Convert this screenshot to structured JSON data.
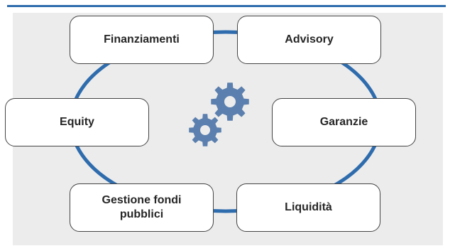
{
  "diagram": {
    "nodes": {
      "finanziamenti": "Finanziamenti",
      "advisory": "Advisory",
      "equity": "Equity",
      "garanzie": "Garanzie",
      "gestione_fondi_pubblici": "Gestione fondi pubblici",
      "liquidita": "Liquidità"
    },
    "icons": [
      "gear-icon",
      "gear-icon"
    ]
  },
  "colors": {
    "accent": "#2e6cad",
    "ring": "#2e6cad",
    "gear": "#5b7fae",
    "panel": "#ececec",
    "node_border": "#444444",
    "text": "#262626"
  }
}
